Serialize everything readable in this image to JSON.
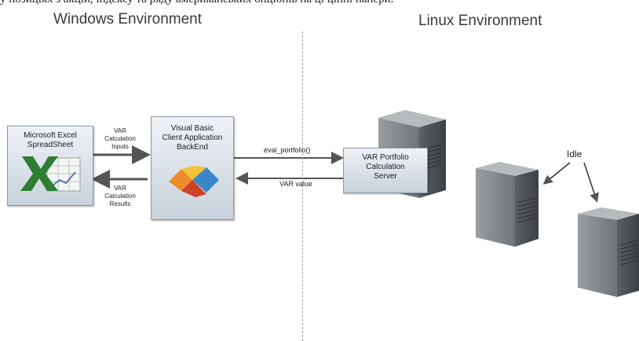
{
  "header_text": "у позиціях з акцій, індексу та ряду американських опціонів на ці цінні папери.",
  "windows_env": "Windows Environment",
  "linux_env": "Linux Environment",
  "excel_box": {
    "line1": "Microsoft Excel",
    "line2": "SpreadSheet",
    "icon": "excel-icon"
  },
  "vb_box": {
    "line1": "Visual Basic",
    "line2": "Client Application",
    "line3": "BackEnd",
    "icon": "visual-studio-icon"
  },
  "var_server_box": {
    "line1": "VAR Portfolio",
    "line2": "Calculation",
    "line3": "Server"
  },
  "edge_inputs": {
    "line1": "VAR",
    "line2": "Calculation",
    "line3": "Inputs"
  },
  "edge_results": {
    "line1": "VAR",
    "line2": "Calculation",
    "line3": "Results"
  },
  "edge_eval": "eval_portfolio()",
  "edge_var_value": "VAR value",
  "idle_label": "Idle"
}
